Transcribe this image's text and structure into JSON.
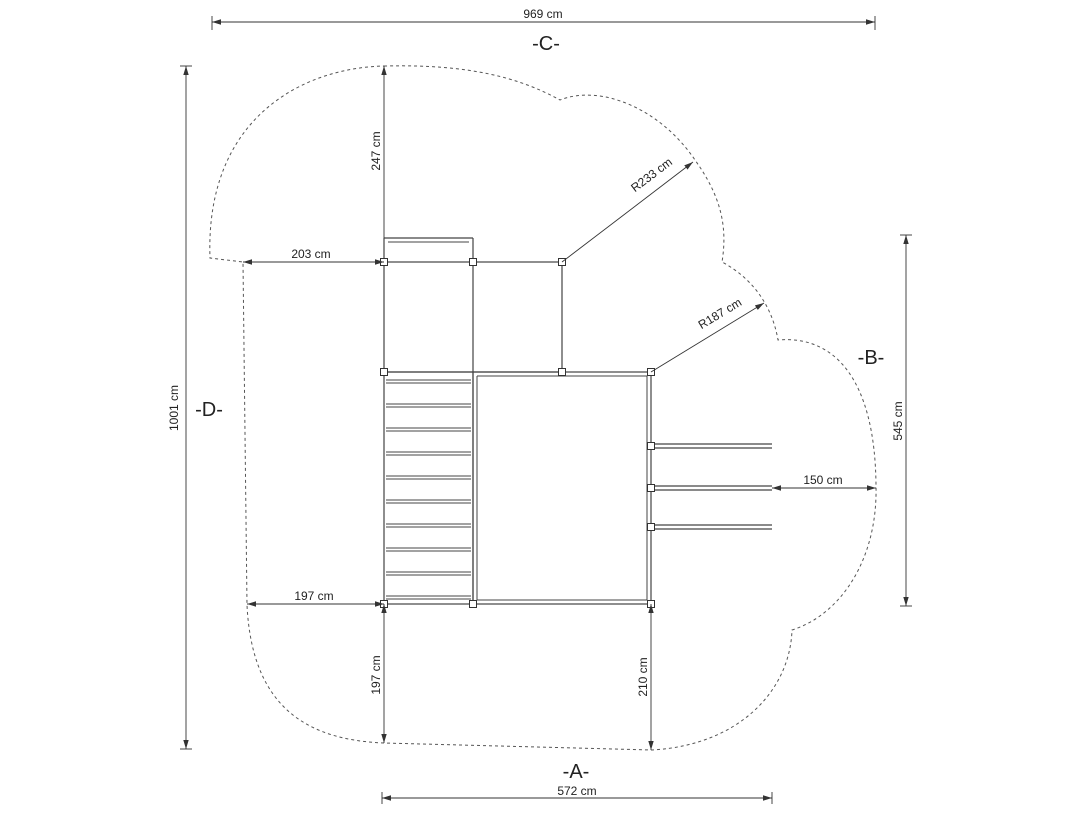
{
  "sides": {
    "a": "-A-",
    "b": "-B-",
    "c": "-C-",
    "d": "-D-"
  },
  "dimensions": {
    "width_total": "969 cm",
    "depth_total": "1001 cm",
    "right_block": "545 cm",
    "bottom_span": "572 cm",
    "top_clearance": "247 cm",
    "left_upper": "203 cm",
    "left_lower": "197 cm",
    "bottom_left": "197 cm",
    "bottom_right": "210 cm",
    "swing_clearance": "150 cm",
    "radius_large": "R233 cm",
    "radius_small": "R187 cm"
  },
  "colors": {
    "line": "#333333",
    "background": "#ffffff"
  }
}
